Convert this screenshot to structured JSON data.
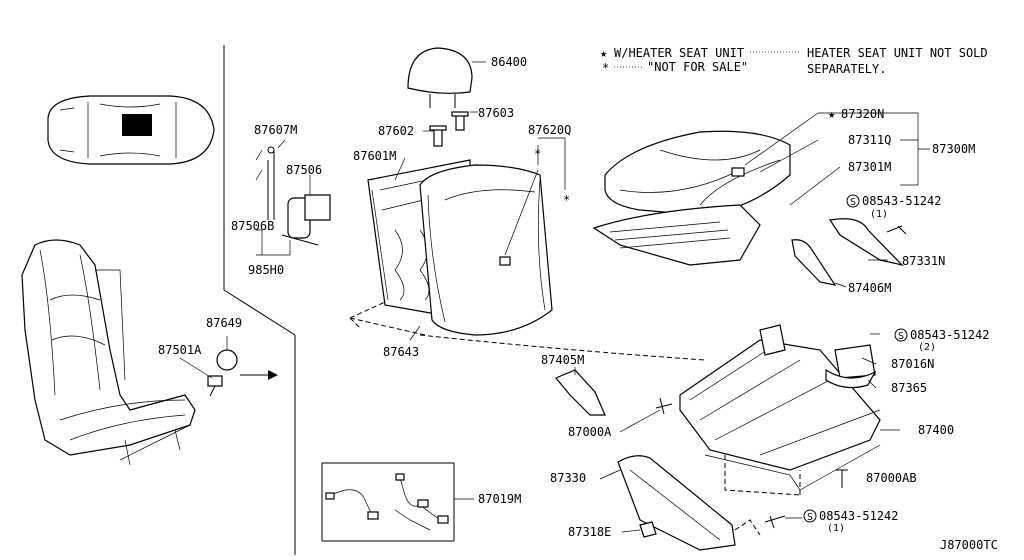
{
  "legend": {
    "star_line": "W/HEATER SEAT UNIT",
    "star_note_1": "HEATER SEAT UNIT NOT SOLD",
    "star_note_2": "SEPARATELY.",
    "asterisk_line": "\"NOT FOR SALE\""
  },
  "labels": {
    "p86400": "86400",
    "p87603": "87603",
    "p87602": "87602",
    "p87620Q": "87620Q",
    "p87601M": "87601M",
    "p87607M": "87607M",
    "p87506": "87506",
    "p87506B": "87506B",
    "p985H0": "985H0",
    "p87649": "87649",
    "p87501A": "87501A",
    "p87643": "87643",
    "p87320N": "87320N",
    "p87311Q": "87311Q",
    "p87301M": "87301M",
    "p87300M": "87300M",
    "p08543_1": "08543-51242",
    "p08543_1_qty": "(1)",
    "p87331N": "87331N",
    "p87406M": "87406M",
    "p08543_2": "08543-51242",
    "p08543_2_qty": "(2)",
    "p87016N": "87016N",
    "p87365": "87365",
    "p87405M": "87405M",
    "p87000A": "87000A",
    "p87400": "87400",
    "p87000AB": "87000AB",
    "p87330": "87330",
    "p87019M": "87019M",
    "p87318E": "87318E",
    "p08543_3": "08543-51242",
    "p08543_3_qty": "(1)",
    "s_mark": "S",
    "diagram_code": "J87000TC"
  }
}
